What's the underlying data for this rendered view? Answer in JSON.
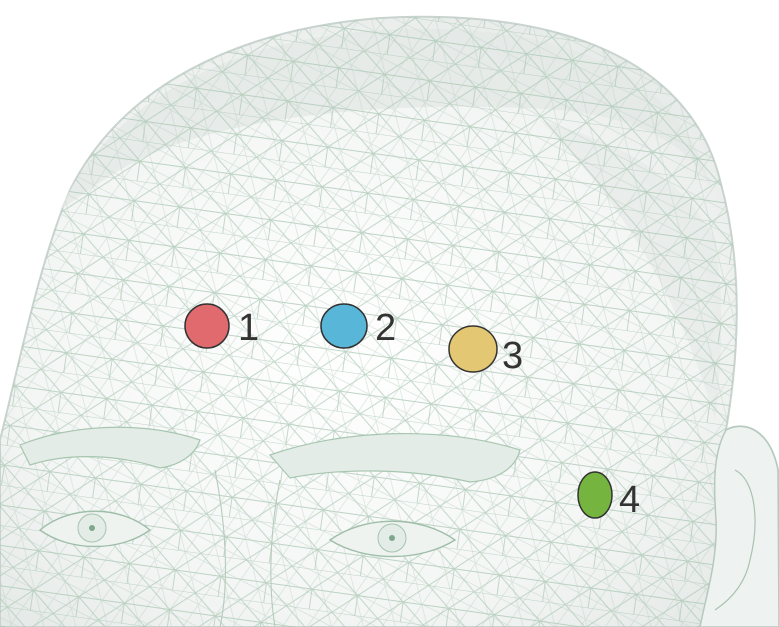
{
  "markers": [
    {
      "label": "1",
      "color": "#e06a6e"
    },
    {
      "label": "2",
      "color": "#58b6d8"
    },
    {
      "label": "3",
      "color": "#e3c773"
    },
    {
      "label": "4",
      "color": "#74b43f"
    }
  ]
}
